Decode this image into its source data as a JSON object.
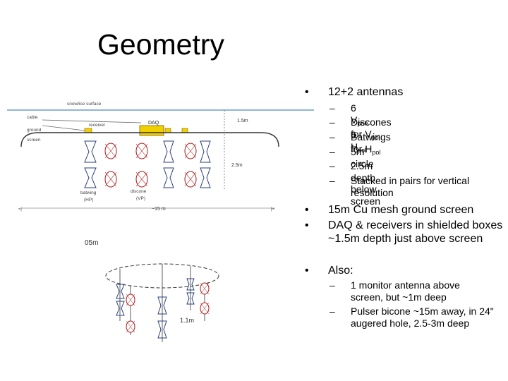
{
  "title": "Geometry",
  "bullets": {
    "b1": "12+2 antennas",
    "sub1": [
      {
        "pre": "6 V",
        "s1": "pol",
        "mid": ", 6 H",
        "s2": "pol"
      },
      {
        "pre": "Discones for V",
        "s1": "pol"
      },
      {
        "pre": "Batwings for H",
        "s1": "pol"
      },
      {
        "pre": "5m circle"
      },
      {
        "pre": "2.5m depth below screen"
      },
      {
        "pre": "Stacked in pairs for vertical resolution"
      }
    ],
    "b2": "15m Cu mesh ground screen",
    "b3": "DAQ & receivers in shielded boxes ~1.5m depth just above screen",
    "b4": "Also:",
    "sub4": [
      "1 monitor antenna above screen, but ~1m deep",
      "Pulser bicone ~15m away, in 24\" augered hole, 2.5-3m deep"
    ]
  },
  "diagram": {
    "labels": {
      "snow_surface": "snow/ice surface",
      "cable": "cable",
      "ground": "ground",
      "screen": "screen",
      "receiver": "receiver",
      "daq": "DAQ",
      "d15": "1.5m",
      "d25": "2.5m",
      "batwing1": "batwing",
      "batwing2": "(HP)",
      "discone1": "discone",
      "discone2": "(VP)",
      "span": "~15 m",
      "left_end": "≈|",
      "right_end": "|≈",
      "diam": "05m",
      "d11": "1.1m"
    }
  }
}
